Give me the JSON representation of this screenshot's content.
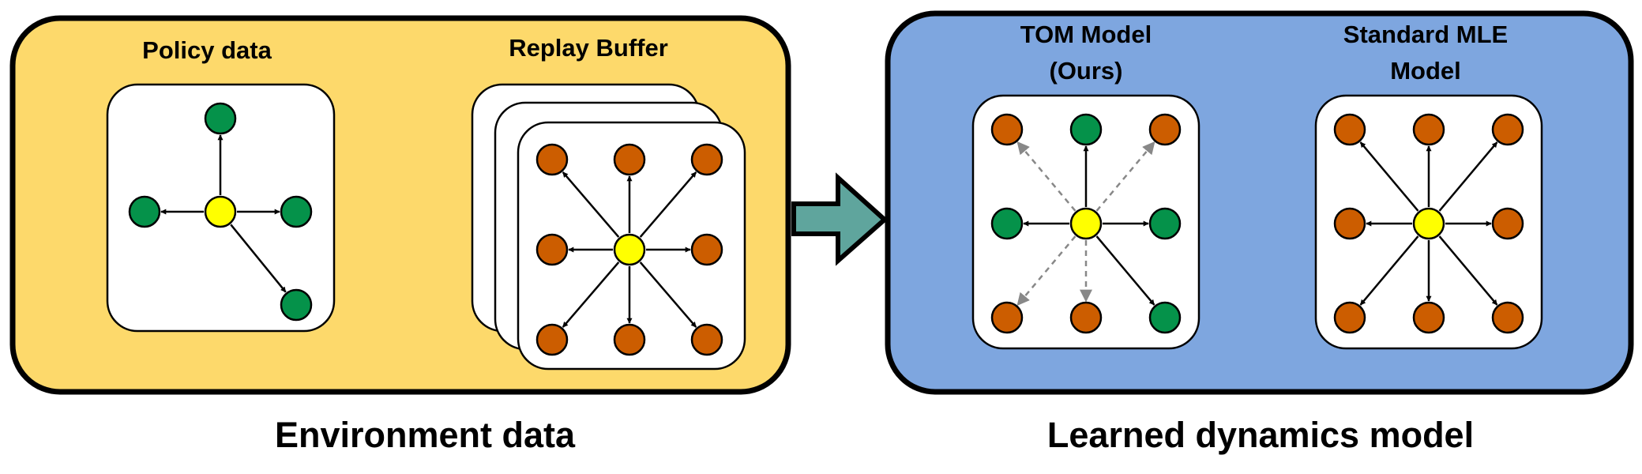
{
  "left_panel": {
    "title": "Environment data",
    "policy_label": "Policy data",
    "replay_label": "Replay Buffer",
    "color": "#fdd96b"
  },
  "right_panel": {
    "title": "Learned dynamics model",
    "tom_label_line1": "TOM Model",
    "tom_label_line2": "(Ours)",
    "mle_label_line1": "Standard MLE",
    "mle_label_line2": "Model",
    "color": "#7ea6df"
  },
  "arrow_color": "#5fa59d",
  "node_colors": {
    "center": "#ffff00",
    "policy": "#05924a",
    "replay": "#cc5d00"
  },
  "diagrams": {
    "policy": [
      {
        "dir": "N",
        "kind": "policy",
        "edge": "solid"
      },
      {
        "dir": "W",
        "kind": "policy",
        "edge": "solid"
      },
      {
        "dir": "E",
        "kind": "policy",
        "edge": "solid"
      },
      {
        "dir": "SE",
        "kind": "policy",
        "edge": "solid"
      }
    ],
    "replay": [
      {
        "dir": "NW",
        "kind": "replay",
        "edge": "solid"
      },
      {
        "dir": "N",
        "kind": "replay",
        "edge": "solid"
      },
      {
        "dir": "NE",
        "kind": "replay",
        "edge": "solid"
      },
      {
        "dir": "W",
        "kind": "replay",
        "edge": "solid"
      },
      {
        "dir": "E",
        "kind": "replay",
        "edge": "solid"
      },
      {
        "dir": "SW",
        "kind": "replay",
        "edge": "solid"
      },
      {
        "dir": "S",
        "kind": "replay",
        "edge": "solid"
      },
      {
        "dir": "SE",
        "kind": "replay",
        "edge": "solid"
      }
    ],
    "tom": [
      {
        "dir": "NW",
        "kind": "replay",
        "edge": "dashed"
      },
      {
        "dir": "N",
        "kind": "policy",
        "edge": "solid"
      },
      {
        "dir": "NE",
        "kind": "replay",
        "edge": "dashed"
      },
      {
        "dir": "W",
        "kind": "policy",
        "edge": "solid"
      },
      {
        "dir": "E",
        "kind": "policy",
        "edge": "solid"
      },
      {
        "dir": "SW",
        "kind": "replay",
        "edge": "dashed"
      },
      {
        "dir": "S",
        "kind": "replay",
        "edge": "dashed"
      },
      {
        "dir": "SE",
        "kind": "policy",
        "edge": "solid"
      }
    ],
    "mle": [
      {
        "dir": "NW",
        "kind": "replay",
        "edge": "solid"
      },
      {
        "dir": "N",
        "kind": "replay",
        "edge": "solid"
      },
      {
        "dir": "NE",
        "kind": "replay",
        "edge": "solid"
      },
      {
        "dir": "W",
        "kind": "replay",
        "edge": "solid"
      },
      {
        "dir": "E",
        "kind": "replay",
        "edge": "solid"
      },
      {
        "dir": "SW",
        "kind": "replay",
        "edge": "solid"
      },
      {
        "dir": "S",
        "kind": "replay",
        "edge": "solid"
      },
      {
        "dir": "SE",
        "kind": "replay",
        "edge": "solid"
      }
    ]
  }
}
